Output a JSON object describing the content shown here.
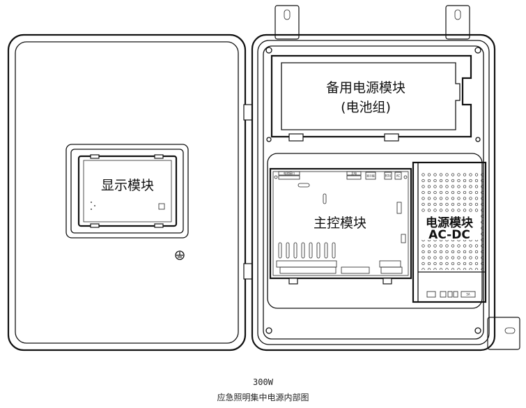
{
  "door": {
    "display_module_label": "显示模块"
  },
  "cabinet": {
    "battery_module_label": "备用电源模块",
    "battery_module_sublabel": "(电池组)",
    "main_control_label": "主控模块",
    "psu_label": "电源模块",
    "psu_sublabel": "AC-DC",
    "connector_labels": {
      "battery_port": "电池接口",
      "main_power": "主电",
      "display_board": "显示板",
      "eou": "EOU",
      "ac": "AC"
    },
    "fuse_label": "5A"
  },
  "caption": {
    "model": "300W",
    "title": "应急照明集中电源内部图"
  }
}
